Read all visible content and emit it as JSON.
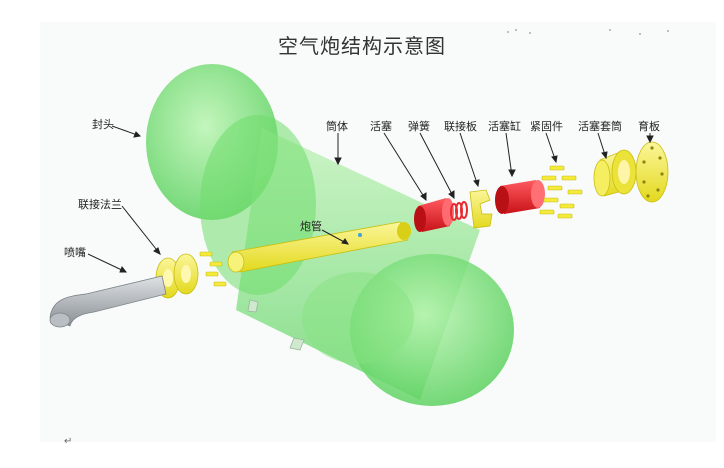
{
  "title": "空气炮结构示意图",
  "labels": {
    "end_cap": "封头",
    "flange": "联接法兰",
    "nozzle": "喷嘴",
    "barrel": "筒体",
    "cannon_tube": "炮管",
    "piston": "活塞",
    "spring": "弹簧",
    "connecting_plate": "联接板",
    "piston_cylinder": "活塞缸",
    "fastener": "紧固件",
    "piston_sleeve": "活塞套筒",
    "back_plate": "育板"
  },
  "paragraph_mark": "↵",
  "colors": {
    "tank_green": "#7ee07a",
    "tube_yellow": "#f2ee3a",
    "red_part": "#e8282e",
    "nozzle_grey": "#a8adb2"
  }
}
